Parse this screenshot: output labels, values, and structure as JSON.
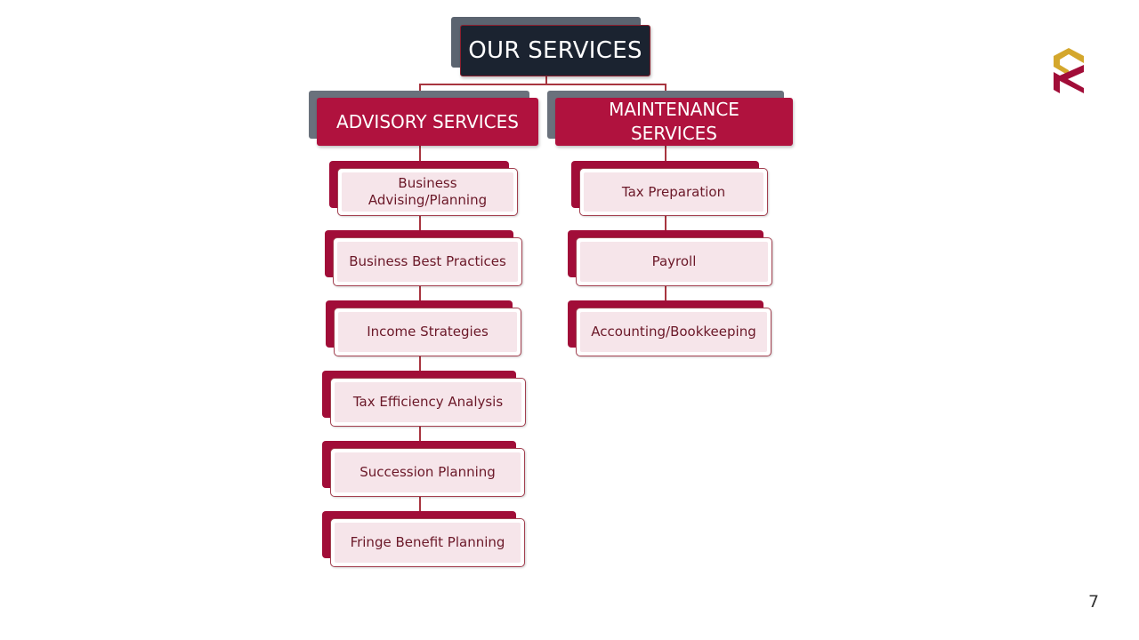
{
  "diagram": {
    "root": {
      "label": "OUR SERVICES"
    },
    "advisory": {
      "label": "ADVISORY SERVICES",
      "items": [
        "Business Advising/Planning",
        "Business Best Practices",
        "Income Strategies",
        "Tax Efficiency Analysis",
        "Succession Planning",
        "Fringe Benefit Planning"
      ]
    },
    "maintenance": {
      "label": "MAINTENANCE SERVICES",
      "items": [
        "Tax Preparation",
        "Payroll",
        "Accounting/Bookkeeping"
      ]
    }
  },
  "slide": {
    "page_number": "7"
  },
  "logo": {
    "name": "company-logo",
    "colors": [
      "#d4a72c",
      "#a10d38"
    ]
  },
  "colors": {
    "dark_box": "#1b2330",
    "header_box": "#b0123e",
    "item_shadow": "#a10d38",
    "item_fill": "#f6e5ea",
    "item_text": "#6b1828",
    "connector": "#a8353f"
  }
}
